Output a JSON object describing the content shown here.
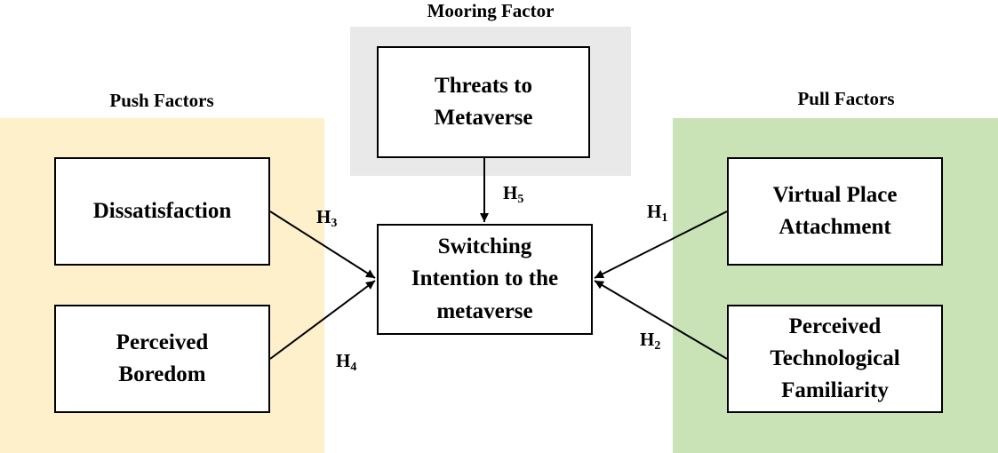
{
  "groups": {
    "mooring": {
      "label": "Mooring Factor",
      "color": "#e9e9e9"
    },
    "push": {
      "label": "Push Factors",
      "color": "#fdf0cb"
    },
    "pull": {
      "label": "Pull Factors",
      "color": "#c9e2b6"
    }
  },
  "nodes": {
    "threats": {
      "lines": [
        "Threats to",
        "Metaverse"
      ]
    },
    "dissatisfaction": {
      "lines": [
        "Dissatisfaction"
      ]
    },
    "boredom": {
      "lines": [
        "Perceived",
        "Boredom"
      ]
    },
    "switching": {
      "lines": [
        "Switching",
        "Intention to the",
        "metaverse"
      ]
    },
    "attachment": {
      "lines": [
        "Virtual Place",
        "Attachment"
      ]
    },
    "familiarity": {
      "lines": [
        "Perceived",
        "Technological",
        "Familiarity"
      ]
    }
  },
  "hypotheses": {
    "h1": {
      "letter": "H",
      "num": "1"
    },
    "h2": {
      "letter": "H",
      "num": "2"
    },
    "h3": {
      "letter": "H",
      "num": "3"
    },
    "h4": {
      "letter": "H",
      "num": "4"
    },
    "h5": {
      "letter": "H",
      "num": "5"
    }
  },
  "edges": [
    {
      "from": "threats",
      "to": "switching",
      "label": "h5"
    },
    {
      "from": "dissatisfaction",
      "to": "switching",
      "label": "h3"
    },
    {
      "from": "boredom",
      "to": "switching",
      "label": "h4"
    },
    {
      "from": "attachment",
      "to": "switching",
      "label": "h1"
    },
    {
      "from": "familiarity",
      "to": "switching",
      "label": "h2"
    }
  ]
}
